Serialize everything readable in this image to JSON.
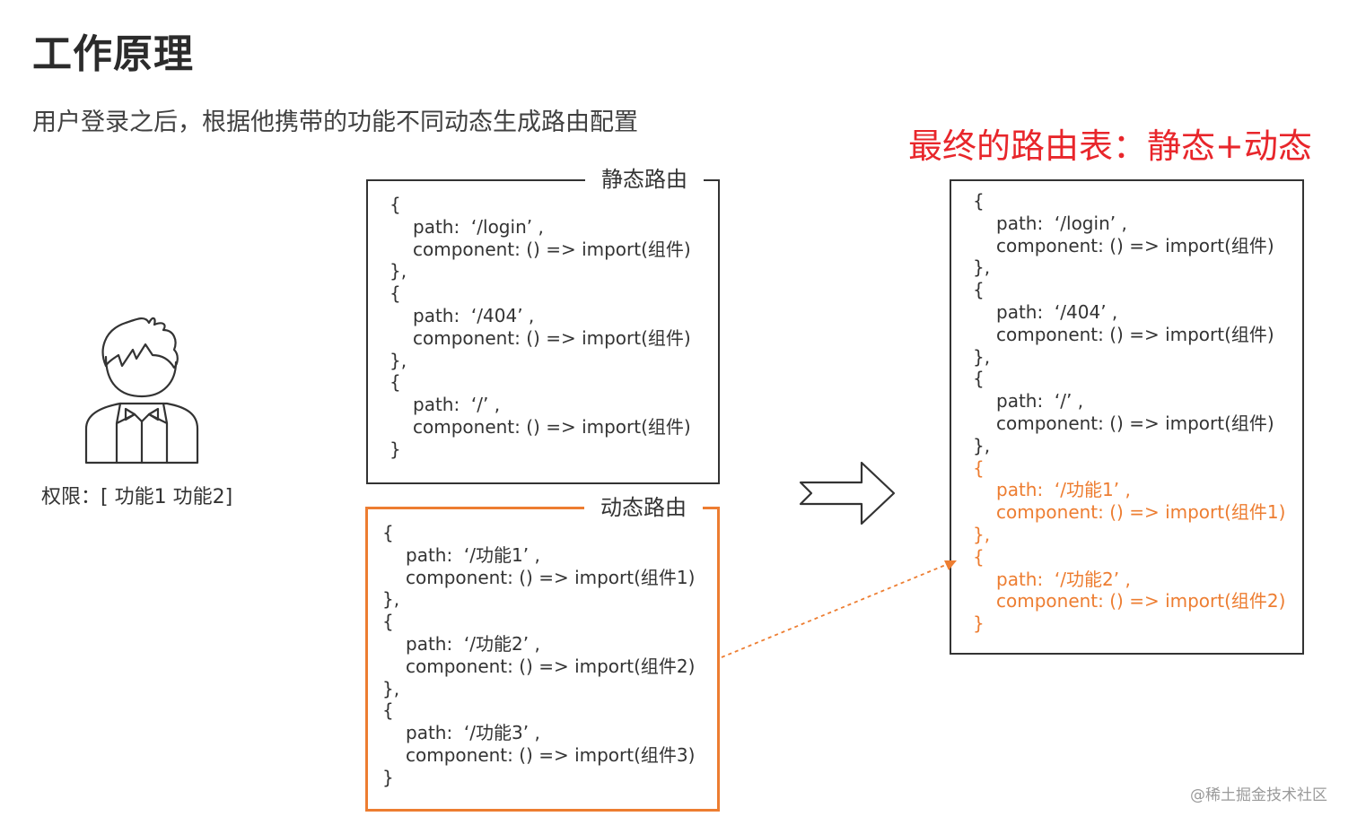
{
  "title": "工作原理",
  "subtitle": "用户登录之后，根据他携带的功能不同动态生成路由配置",
  "final_title": "最终的路由表：静态+动态",
  "permission_label": "权限：[ 功能1  功能2]",
  "watermark": "@稀土掘金技术社区",
  "colors": {
    "accent_orange": "#ed7d31",
    "final_title_red": "#e8262b",
    "text_dark": "#333333"
  },
  "static_routes": {
    "label": "静态路由",
    "lines": [
      {
        "text": "{",
        "indent": false
      },
      {
        "text": "path:  ‘/login’ ,",
        "indent": true
      },
      {
        "text": "component: () => import(组件)",
        "indent": true
      },
      {
        "text": "},",
        "indent": false
      },
      {
        "text": "{",
        "indent": false
      },
      {
        "text": "path:  ‘/404’ ,",
        "indent": true
      },
      {
        "text": "component: () => import(组件)",
        "indent": true
      },
      {
        "text": "},",
        "indent": false
      },
      {
        "text": "{",
        "indent": false
      },
      {
        "text": "path:  ‘/’ ,",
        "indent": true
      },
      {
        "text": "component: () => import(组件)",
        "indent": true
      },
      {
        "text": "}",
        "indent": false
      }
    ]
  },
  "dynamic_routes": {
    "label": "动态路由",
    "lines": [
      {
        "text": "{",
        "indent": false
      },
      {
        "text": "path:  ‘/功能1’ ,",
        "indent": true
      },
      {
        "text": "component: () => import(组件1)",
        "indent": true
      },
      {
        "text": "},",
        "indent": false
      },
      {
        "text": "{",
        "indent": false
      },
      {
        "text": "path:  ‘/功能2’ ,",
        "indent": true
      },
      {
        "text": "component: () => import(组件2)",
        "indent": true
      },
      {
        "text": "},",
        "indent": false
      },
      {
        "text": "{",
        "indent": false
      },
      {
        "text": "path:  ‘/功能3’ ,",
        "indent": true
      },
      {
        "text": "component: () => import(组件3)",
        "indent": true
      },
      {
        "text": "}",
        "indent": false
      }
    ]
  },
  "final_routes": {
    "lines": [
      {
        "text": "{",
        "indent": false,
        "orange": false
      },
      {
        "text": "path:  ‘/login’ ,",
        "indent": true,
        "orange": false
      },
      {
        "text": "component: () => import(组件)",
        "indent": true,
        "orange": false
      },
      {
        "text": "},",
        "indent": false,
        "orange": false
      },
      {
        "text": "{",
        "indent": false,
        "orange": false
      },
      {
        "text": "path:  ‘/404’ ,",
        "indent": true,
        "orange": false
      },
      {
        "text": "component: () => import(组件)",
        "indent": true,
        "orange": false
      },
      {
        "text": "},",
        "indent": false,
        "orange": false
      },
      {
        "text": "{",
        "indent": false,
        "orange": false
      },
      {
        "text": "path:  ‘/’ ,",
        "indent": true,
        "orange": false
      },
      {
        "text": "component: () => import(组件)",
        "indent": true,
        "orange": false
      },
      {
        "text": "},",
        "indent": false,
        "orange": false
      },
      {
        "text": "{",
        "indent": false,
        "orange": true
      },
      {
        "text": "path:  ‘/功能1’ ,",
        "indent": true,
        "orange": true
      },
      {
        "text": "component: () => import(组件1)",
        "indent": true,
        "orange": true
      },
      {
        "text": "},",
        "indent": false,
        "orange": true
      },
      {
        "text": "{",
        "indent": false,
        "orange": true
      },
      {
        "text": "path:  ‘/功能2’ ,",
        "indent": true,
        "orange": true
      },
      {
        "text": "component: () => import(组件2)",
        "indent": true,
        "orange": true
      },
      {
        "text": "}",
        "indent": false,
        "orange": true
      }
    ]
  }
}
